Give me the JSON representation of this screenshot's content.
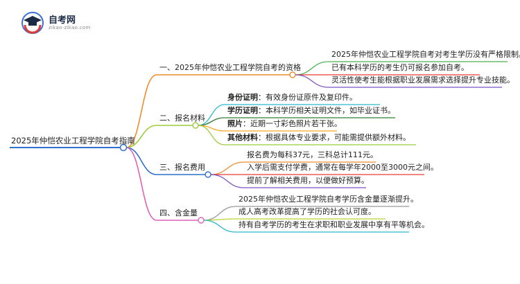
{
  "logo": {
    "site_name": "自考网",
    "site_url": "zikao-zikao.com"
  },
  "mindmap": {
    "root": "2025年仲恺农业工程学院自考指南",
    "branches": [
      {
        "label": "一、2025年仲恺农业工程学院自考的资格",
        "color": "#f08a2c",
        "leaves": [
          {
            "bold": "",
            "text": "2025年仲恺农业工程学院自考对考生学历没有严格限制。",
            "color": "#4caf50"
          },
          {
            "bold": "",
            "text": "已有本科学历的考生仍可报名参加自考。",
            "color": "#e53935"
          },
          {
            "bold": "",
            "text": "灵活性使考生能根据职业发展需求选择提升专业技能。",
            "color": "#7b52c7"
          }
        ]
      },
      {
        "label": "二、报名材料",
        "color": "#9ccc3b",
        "leaves": [
          {
            "bold": "身份证明",
            "text": "：有效身份证原件及复印件。",
            "color": "#29b6d1"
          },
          {
            "bold": "学历证明",
            "text": "：本科学历相关证明文件，如毕业证书。",
            "color": "#2e7d32"
          },
          {
            "bold": "照片",
            "text": "：近期一寸彩色照片若干张。",
            "color": "#f5a623"
          },
          {
            "bold": "其他材料",
            "text": "：根据具体专业要求，可能需提供额外材料。",
            "color": "#9ccc3b"
          }
        ]
      },
      {
        "label": "三、报名费用",
        "color": "#2f6fd0",
        "leaves": [
          {
            "bold": "",
            "text": "报名费为每科37元，三科总计111元。",
            "color": "#f08a2c"
          },
          {
            "bold": "",
            "text": "入学后需支付学费，通常在每学年2000至3000元之间。",
            "color": "#e53935"
          },
          {
            "bold": "",
            "text": "提前了解相关费用，以便做好预算。",
            "color": "#7b52c7"
          }
        ]
      },
      {
        "label": "四、含金量",
        "color": "#e060b8",
        "leaves": [
          {
            "bold": "",
            "text": "2025年仲恺农业工程学院自考学历含金量逐渐提升。",
            "color": "#999999"
          },
          {
            "bold": "",
            "text": "成人高考改革提高了学历的社会认可度。",
            "color": "#b8d430"
          },
          {
            "bold": "",
            "text": "持有自考学历的考生在求职和职业发展中享有平等机会。",
            "color": "#29b6d1"
          }
        ]
      }
    ],
    "root_color": "#2f6fd0"
  }
}
